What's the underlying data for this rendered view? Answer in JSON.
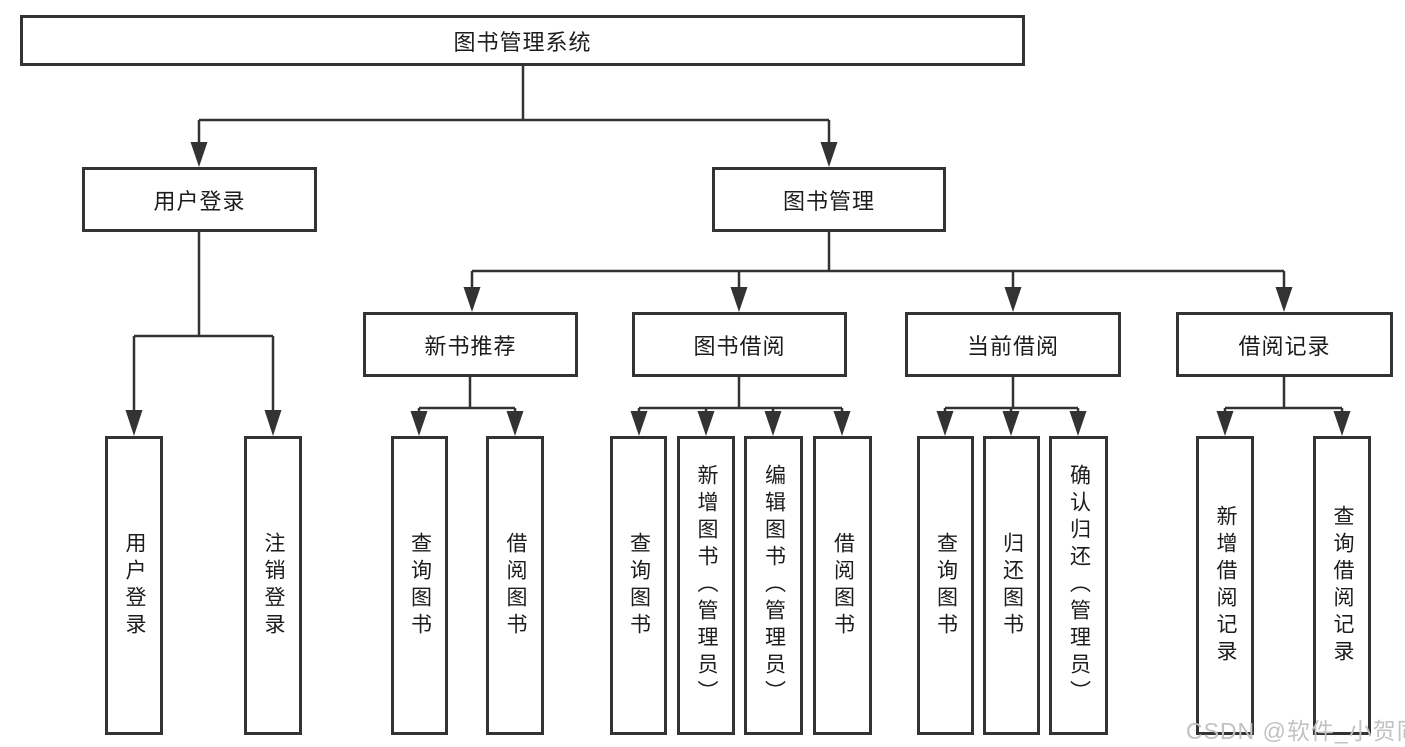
{
  "diagram": {
    "root": {
      "label": "图书管理系统"
    },
    "branches": [
      {
        "label": "用户登录",
        "children": [
          {
            "label": "用户登录"
          },
          {
            "label": "注销登录"
          }
        ]
      },
      {
        "label": "图书管理",
        "children": [
          {
            "label": "新书推荐",
            "children": [
              {
                "label": "查询图书"
              },
              {
                "label": "借阅图书"
              }
            ]
          },
          {
            "label": "图书借阅",
            "children": [
              {
                "label": "查询图书"
              },
              {
                "label": "新增图书（管理员）"
              },
              {
                "label": "编辑图书（管理员）"
              },
              {
                "label": "借阅图书"
              }
            ]
          },
          {
            "label": "当前借阅",
            "children": [
              {
                "label": "查询图书"
              },
              {
                "label": "归还图书"
              },
              {
                "label": "确认归还（管理员）"
              }
            ]
          },
          {
            "label": "借阅记录",
            "children": [
              {
                "label": "新增借阅记录"
              },
              {
                "label": "查询借阅记录"
              }
            ]
          }
        ]
      }
    ]
  },
  "watermark": {
    "text": "CSDN @软件_小贺同学"
  },
  "colors": {
    "line": "#333333",
    "box_border": "#333333",
    "text": "#1c1c1c",
    "watermark": "#c2c2c2",
    "background": "#ffffff"
  }
}
